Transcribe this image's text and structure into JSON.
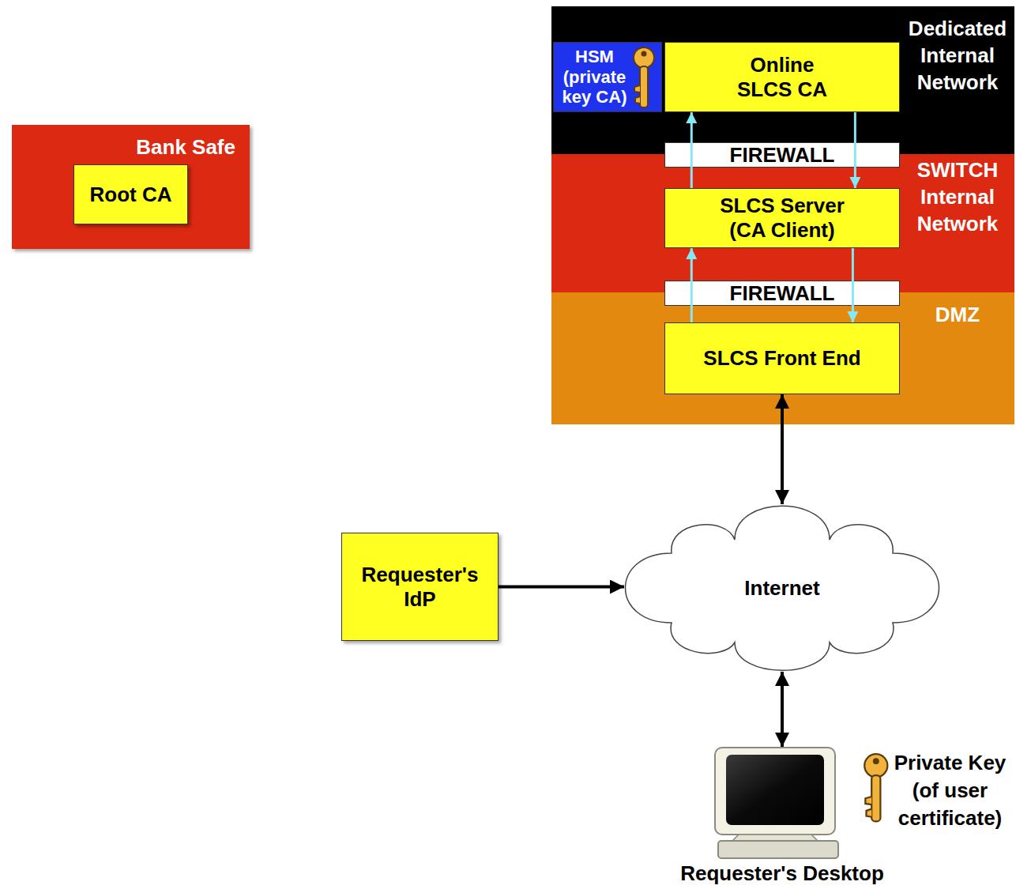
{
  "diagram": {
    "nodes": [
      {
        "text": [
          "Bank Safe"
        ]
      },
      {
        "text": [
          "Root CA"
        ],
        "in": 0
      },
      {
        "text": [
          "Dedicated Internal Network"
        ]
      },
      {
        "text": [
          "HSM (private key CA)"
        ],
        "in": 2
      },
      {
        "text": [
          "Online SLCS CA"
        ],
        "in": 2
      },
      {
        "text": [
          "FIREWALL"
        ]
      },
      {
        "text": [
          "SWITCH Internal Network"
        ]
      },
      {
        "text": [
          "SLCS Server (CA Client)"
        ],
        "in": 6
      },
      {
        "text": [
          "FIREWALL"
        ]
      },
      {
        "text": [
          "DMZ"
        ]
      },
      {
        "text": [
          "SLCS Front End"
        ],
        "in": 9
      },
      {
        "text": [
          "Requester's IdP"
        ]
      },
      {
        "text": [
          "Internet"
        ]
      },
      {
        "text": [
          "Requester's Desktop"
        ]
      }
    ],
    "edges": [
      {
        "from": 4,
        "to": 7,
        "arrow": "to"
      },
      {
        "from": 7,
        "to": 4,
        "arrow": "to"
      },
      {
        "from": 7,
        "to": 10,
        "arrow": "to"
      },
      {
        "from": 10,
        "to": 7,
        "arrow": "to"
      },
      {
        "from": 10,
        "to": 12,
        "arrow": "both"
      },
      {
        "from": 11,
        "to": 12,
        "arrow": "to"
      },
      {
        "from": 12,
        "to": 13,
        "arrow": "both"
      }
    ],
    "labels": [
      "Private Key (of user certificate)"
    ]
  }
}
